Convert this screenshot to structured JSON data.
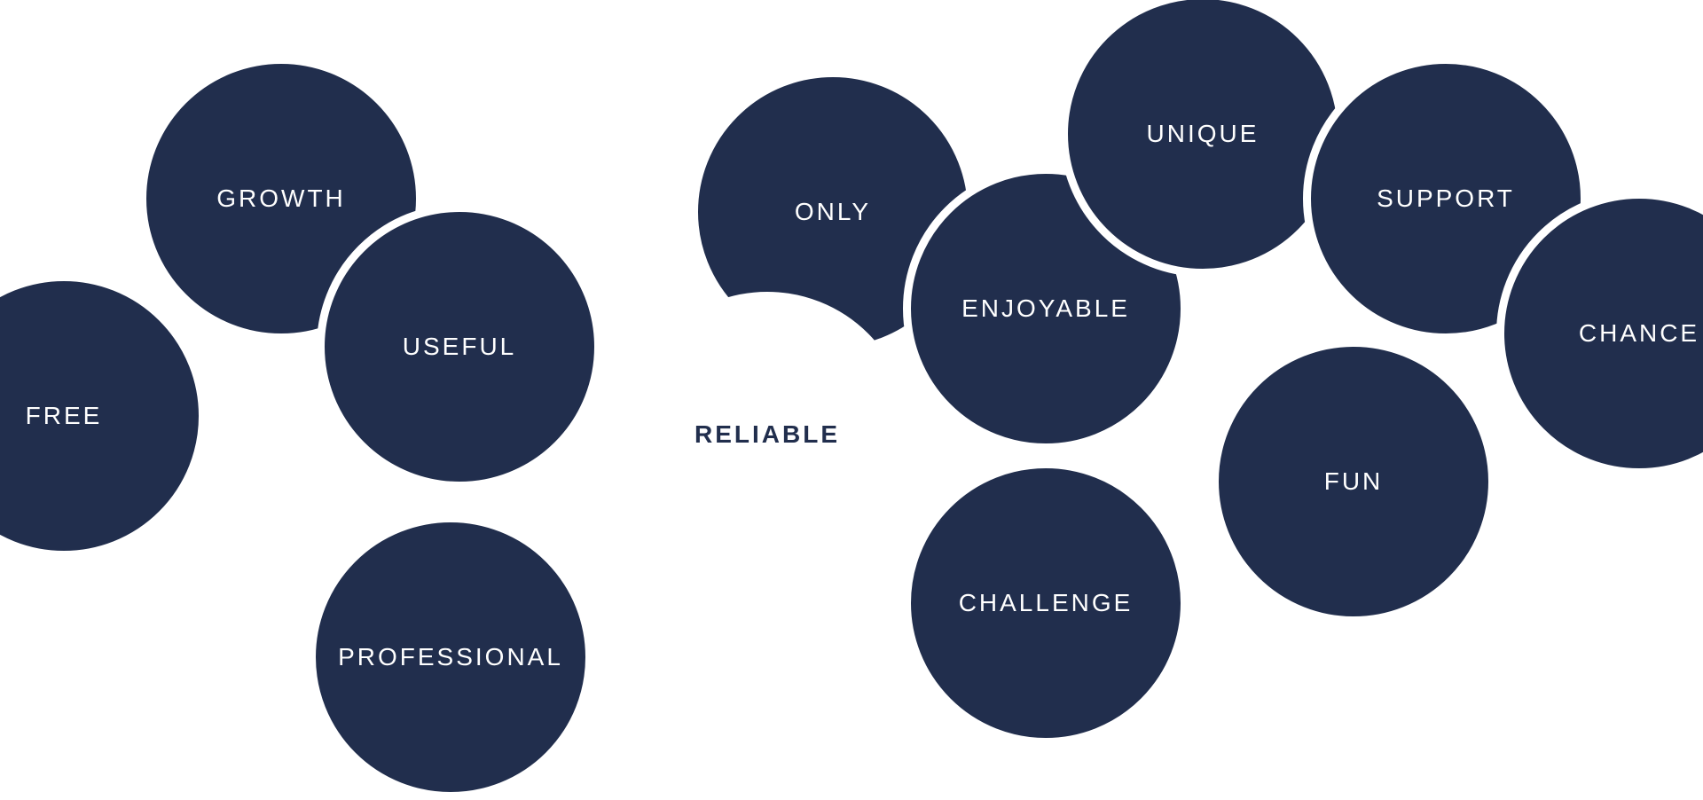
{
  "colors": {
    "bubble": "#212e4d",
    "text": "#ffffff",
    "highlight_bubble": "#ffffff"
  },
  "bubbles": [
    {
      "label": "GROWTH"
    },
    {
      "label": "USEFUL"
    },
    {
      "label": "FREE"
    },
    {
      "label": "PROFESSIONAL"
    },
    {
      "label": "ONLY"
    },
    {
      "label": "RELIABLE"
    },
    {
      "label": "ENJOYABLE"
    },
    {
      "label": "UNIQUE"
    },
    {
      "label": "SUPPORT"
    },
    {
      "label": "CHANCE"
    },
    {
      "label": "FUN"
    },
    {
      "label": "CHALLENGE"
    }
  ]
}
